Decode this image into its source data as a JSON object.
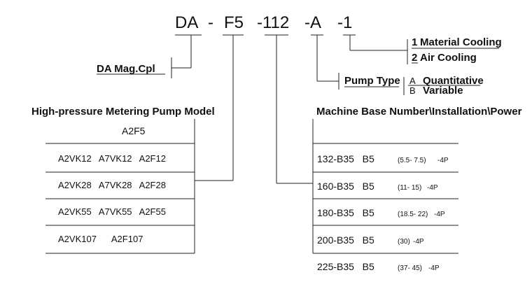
{
  "code": {
    "part_da": "DA",
    "dash1": "-",
    "part_f5": "F5",
    "part_112": "-112",
    "part_a": "-A",
    "part_1": "-1"
  },
  "da_label": "DA Mag.Cpl",
  "cooling": {
    "opt1_num": "1",
    "opt1_text": "Material Cooling",
    "opt2_num": "2",
    "opt2_text": "Air Cooling"
  },
  "pump_type": {
    "label": "Pump Type",
    "opt_a_letter": "A",
    "opt_a_text": "Quantitative",
    "opt_b_letter": "B",
    "opt_b_text": "Variable"
  },
  "left_table": {
    "header": "High-pressure Metering Pump Model",
    "rows": [
      "A2F5",
      "A2VK12   A7VK12   A2F12",
      "A2VK28   A7VK28   A2F28",
      "A2VK55   A7VK55   A2F55",
      "A2VK107      A2F107"
    ]
  },
  "right_table": {
    "header": "Machine Base Number\\Installation\\Power",
    "rows": [
      {
        "main": "132-B35   B5",
        "power": "(5.5- 7.5)",
        "poles": "-4P"
      },
      {
        "main": "160-B35   B5",
        "power": "(11- 15)",
        "poles": "-4P"
      },
      {
        "main": "180-B35   B5",
        "power": "(18.5- 22)",
        "poles": "-4P"
      },
      {
        "main": "200-B35   B5",
        "power": "(30)",
        "poles": "-4P"
      },
      {
        "main": "225-B35   B5",
        "power": "(37- 45)",
        "poles": "-4P"
      }
    ]
  }
}
